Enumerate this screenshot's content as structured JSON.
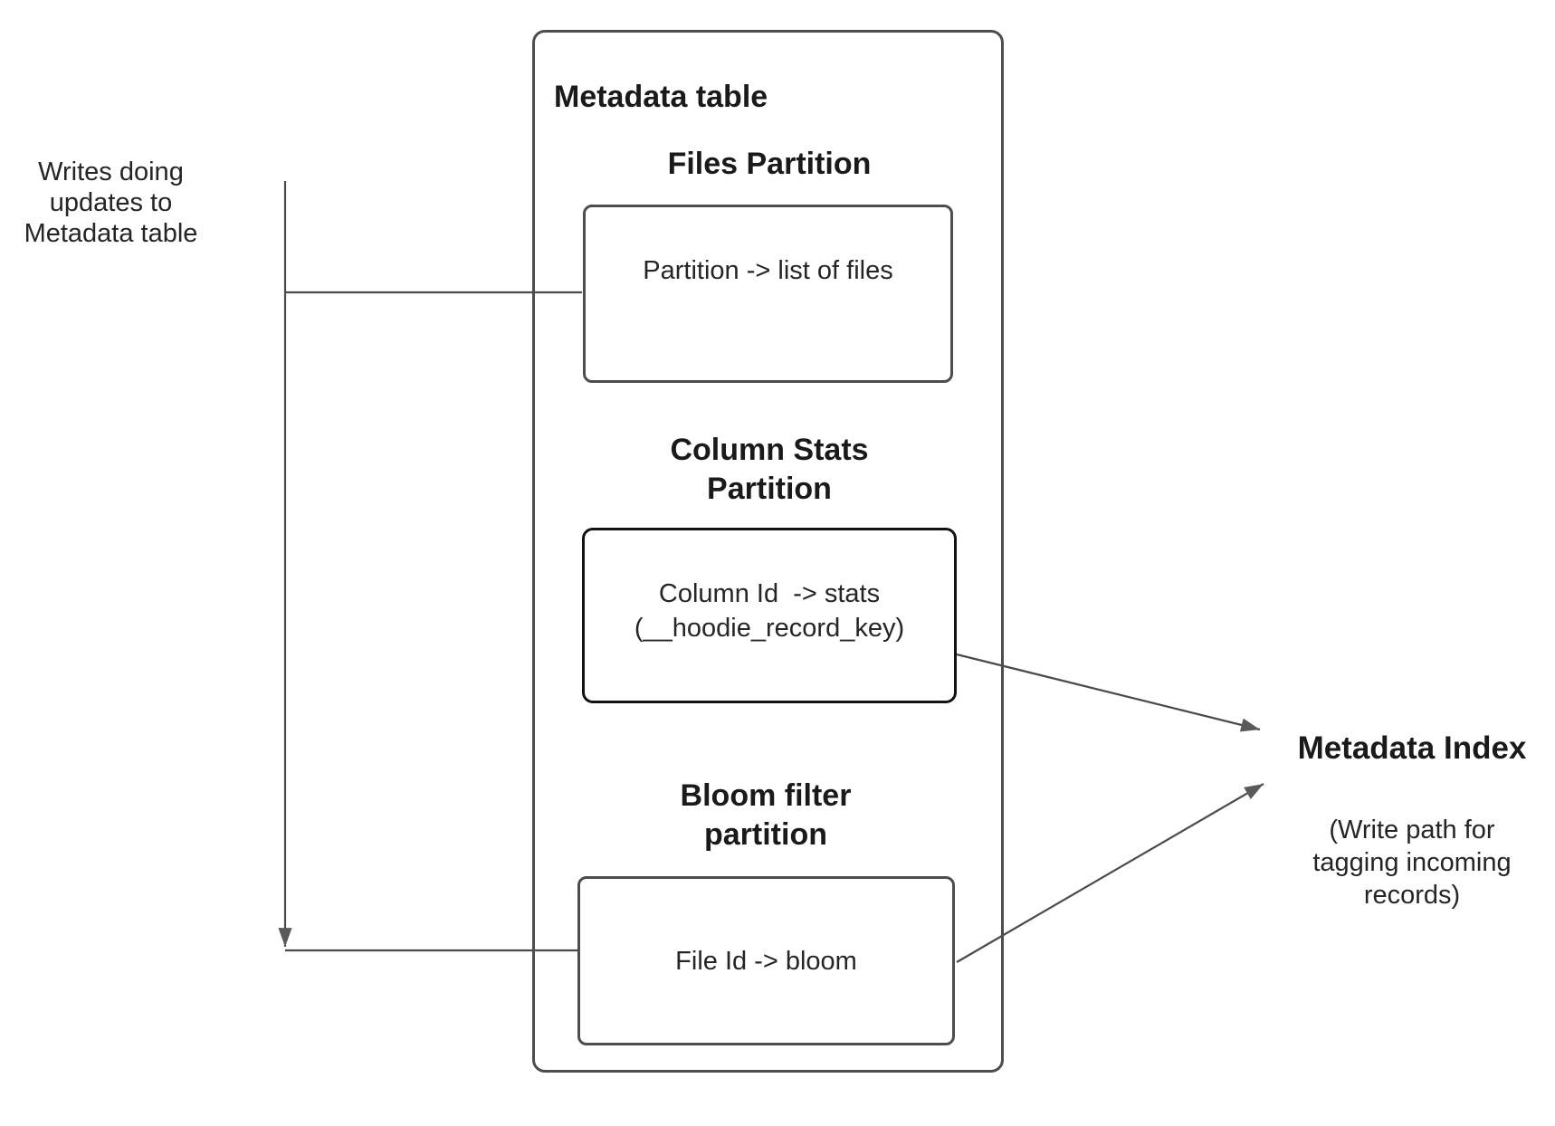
{
  "diagram": {
    "left_note": "Writes doing\nupdates to\nMetadata table",
    "metadata_table": {
      "title": "Metadata table",
      "files_partition": {
        "heading": "Files Partition",
        "label": "Partition -> list of files"
      },
      "column_stats_partition": {
        "heading": "Column Stats\nPartition",
        "label": "Column Id  -> stats\n(__hoodie_record_key)"
      },
      "bloom_filter_partition": {
        "heading": "Bloom filter\npartition",
        "label": "File Id -> bloom"
      }
    },
    "metadata_index": {
      "title": "Metadata Index",
      "subtitle": "(Write path for\ntagging incoming\nrecords)"
    }
  },
  "colors": {
    "background": "#ffffff",
    "box_border": "#4d4d4d",
    "stats_box_border": "#121212",
    "connector": "#4a4a4a",
    "arrowhead": "#5a5a5a",
    "heading_text": "#1a1a1a",
    "body_text": "#252525"
  }
}
